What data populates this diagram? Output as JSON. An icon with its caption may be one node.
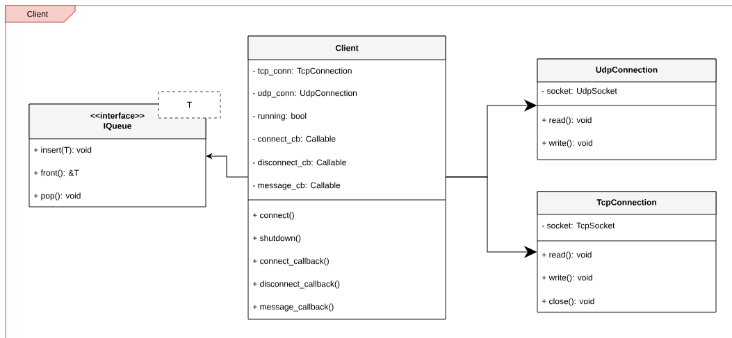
{
  "diagram": {
    "nodes": [
      {
        "text": [
          "Client"
        ]
      },
      {
        "text": [
          "<<interface>> IQueue",
          "+ insert(T): void",
          "+ front(): &T",
          "+ pop(): void"
        ],
        "in": 0
      },
      {
        "text": [
          "T"
        ],
        "in": 0
      },
      {
        "text": [
          "Client",
          "- tcp_conn: TcpConnection",
          "- udp_conn: UdpConnection",
          "- running: bool",
          "- connect_cb: Callable",
          "- disconnect_cb: Callable",
          "- message_cb: Callable",
          "+ connect()",
          "+ shutdown()",
          "+ connect_callback()",
          "+ disconnect_callback()",
          "+ message_callback()"
        ],
        "in": 0
      },
      {
        "text": [
          "UdpConnection",
          "- socket: UdpSocket",
          "+ read(): void",
          "+ write(): void"
        ],
        "in": 0
      },
      {
        "text": [
          "TcpConnection",
          "- socket: TcpSocket",
          "+ read(): void",
          "+ write(): void",
          "+ close(): void"
        ],
        "in": 0
      }
    ],
    "edges": [
      {
        "from": 3,
        "to": 1,
        "arrow": "to"
      },
      {
        "from": 3,
        "to": 4,
        "arrow": "to"
      },
      {
        "from": 3,
        "to": 5,
        "arrow": "to"
      }
    ]
  }
}
